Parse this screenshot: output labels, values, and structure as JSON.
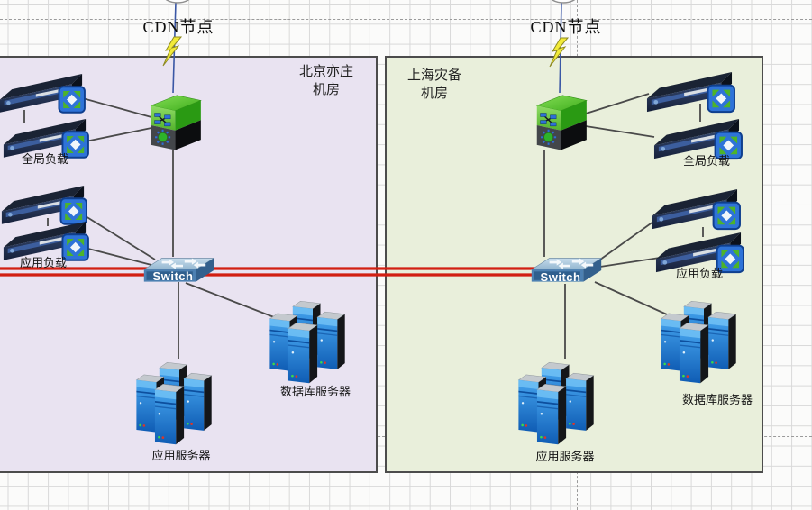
{
  "cdn": {
    "left_label": "CDN节点",
    "right_label": "CDN节点"
  },
  "rooms": {
    "beijing": {
      "name_line1": "北京亦庄",
      "name_line2": "机房",
      "global_lb": "全局负载",
      "app_lb": "应用负载",
      "switch": "Switch",
      "app_server": "应用服务器",
      "db_server": "数据库服务器"
    },
    "shanghai": {
      "name_line1": "上海灾备",
      "name_line2": "机房",
      "global_lb": "全局负载",
      "app_lb": "应用负载",
      "switch": "Switch",
      "app_server": "应用服务器",
      "db_server": "数据库服务器"
    }
  },
  "colors": {
    "beijing_room_fill": "#e9e3f1",
    "shanghai_room_fill": "#e9efdb",
    "room_border": "#4c4c4c",
    "trunk_red": "#d21f12",
    "connector_gray": "#4a4a4a",
    "cdn_link_blue": "#3a57a5",
    "switch_blue": "#4c80b2",
    "cube_green": "#55c22e",
    "server_blue": "#2d8fe0",
    "appliance_navy": "#1a2334",
    "badge_blue": "#2e73d8",
    "badge_arrow_green": "#4db32a",
    "bolt_yellow": "#f2ea38"
  }
}
